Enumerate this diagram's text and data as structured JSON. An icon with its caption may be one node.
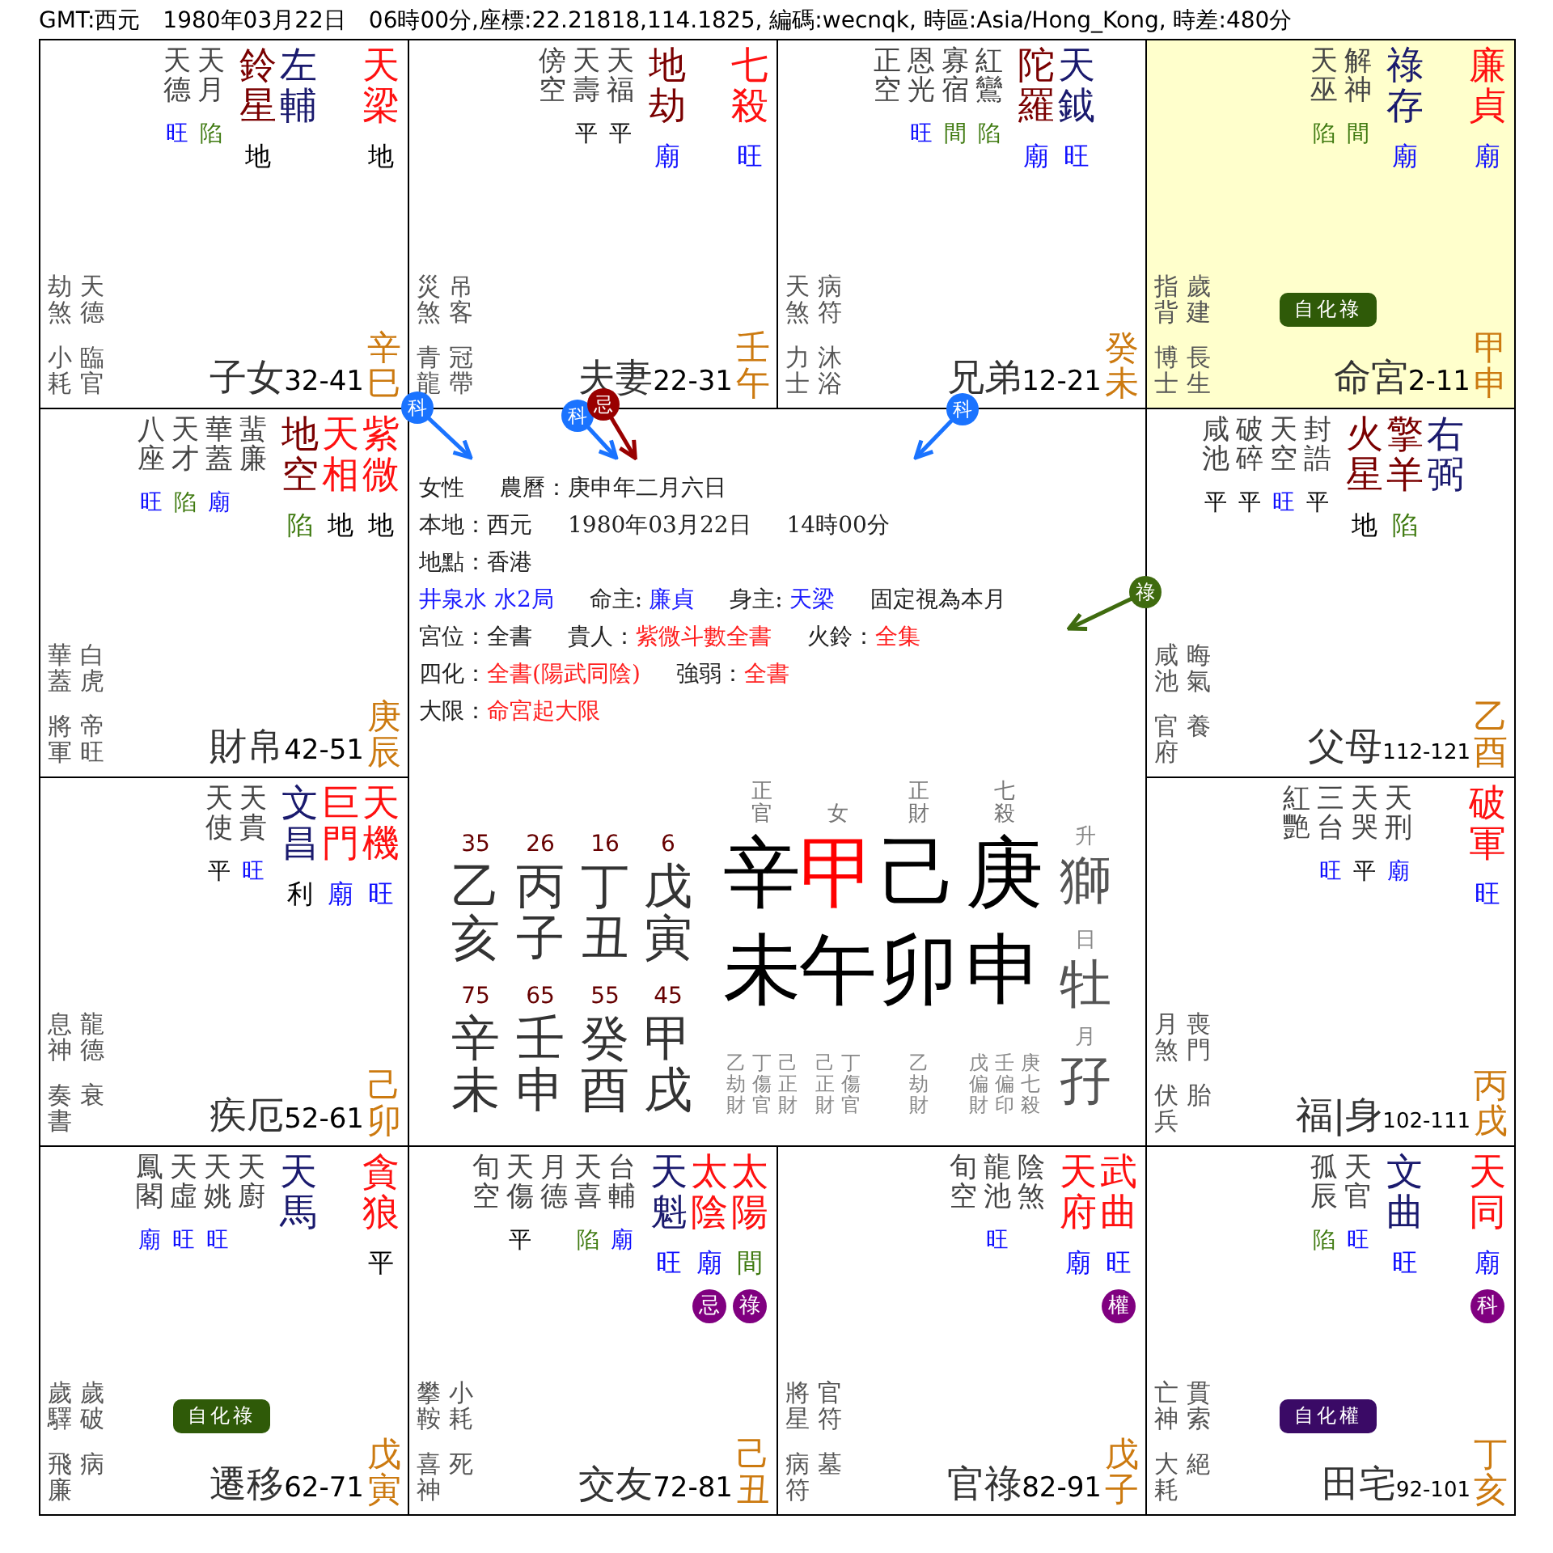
{
  "diagram": {
    "title": "GMT:西元　1980年03月22日　06時00分,座標:22.21818,114.1825, 編碼:wecnqk, 時區:Asia/Hong_Kong, 時差:480分",
    "nodes": [
      {
        "text": [
          "天德",
          "旺",
          "天月",
          "陷",
          "鈴星",
          "地",
          "左輔",
          "天梁",
          "地",
          "劫煞",
          "天德",
          "小耗",
          "臨官",
          "子女",
          "32-41",
          "辛巳"
        ]
      },
      {
        "text": [
          "傍空",
          "天壽",
          "平",
          "天福",
          "平",
          "地劫",
          "廟",
          "七殺",
          "旺",
          "災煞",
          "吊客",
          "青龍",
          "冠帶",
          "夫妻",
          "22-31",
          "壬午"
        ]
      },
      {
        "text": [
          "正空",
          "恩光",
          "旺",
          "寡宿",
          "間",
          "紅鸞",
          "陷",
          "陀羅",
          "廟",
          "天鉞",
          "旺",
          "天煞",
          "病符",
          "力士",
          "沐浴",
          "兄弟",
          "12-21",
          "癸未"
        ]
      },
      {
        "text": [
          "天巫",
          "陷",
          "解神",
          "間",
          "祿存",
          "廟",
          "廉貞",
          "廟",
          "指背",
          "歲建",
          "自化祿",
          "博士",
          "長生",
          "命宮",
          "2-11",
          "甲申"
        ]
      },
      {
        "text": [
          "八座",
          "旺",
          "天才",
          "陷",
          "華蓋",
          "廟",
          "蜚廉",
          "地空",
          "陷",
          "天相",
          "地",
          "紫微",
          "地",
          "華蓋",
          "白虎",
          "將軍",
          "帝旺",
          "財帛",
          "42-51",
          "庚辰"
        ]
      },
      {
        "text": [
          "女性",
          "農曆：庚申年二月六日",
          "本地：西元",
          "1980年03月22日",
          "14時00分",
          "地點：香港",
          "井泉水 水2局",
          "命主:",
          "廉貞",
          "身主:",
          "天梁",
          "固定視為本月",
          "宮位：全書",
          "貴人：",
          "紫微斗數全書",
          "火鈴：",
          "全集",
          "四化：",
          "全書(陽武同陰)",
          "強弱：",
          "全書",
          "大限：",
          "命宮起大限",
          "35",
          "26",
          "16",
          "6",
          "乙亥",
          "丙子",
          "丁丑",
          "戊寅",
          "75",
          "65",
          "55",
          "45",
          "辛未",
          "壬申",
          "癸酉",
          "甲戌",
          "正官",
          "女",
          "正財",
          "七殺",
          "辛",
          "甲",
          "己",
          "庚",
          "未",
          "午",
          "卯",
          "申",
          "乙劫財",
          "丁傷官",
          "己正財",
          "己正財",
          "丁傷官",
          "乙劫財",
          "戊偏財",
          "壬偏印",
          "庚七殺",
          "升",
          "獅",
          "日",
          "牡",
          "月",
          "孖"
        ]
      },
      {
        "text": [
          "咸池",
          "平",
          "破碎",
          "平",
          "天空",
          "旺",
          "封誥",
          "平",
          "火星",
          "地",
          "擎羊",
          "陷",
          "右弼",
          "咸池",
          "晦氣",
          "官府",
          "養",
          "父母",
          "112-121",
          "乙酉"
        ]
      },
      {
        "text": [
          "天使",
          "平",
          "天貴",
          "旺",
          "文昌",
          "利",
          "巨門",
          "廟",
          "天機",
          "旺",
          "息神",
          "龍德",
          "奏書",
          "衰",
          "疾厄",
          "52-61",
          "己卯"
        ]
      },
      {
        "text": [
          "紅艷",
          "三台",
          "旺",
          "天哭",
          "平",
          "天刑",
          "廟",
          "破軍",
          "旺",
          "月煞",
          "喪門",
          "伏兵",
          "胎",
          "福|身",
          "102-111",
          "丙戌"
        ]
      },
      {
        "text": [
          "鳳閣",
          "廟",
          "天虛",
          "旺",
          "天姚",
          "旺",
          "天廚",
          "天馬",
          "貪狼",
          "平",
          "歲驛",
          "歲破",
          "自化祿",
          "飛廉",
          "病",
          "遷移",
          "62-71",
          "戊寅"
        ]
      },
      {
        "text": [
          "旬空",
          "天傷",
          "平",
          "月德",
          "天喜",
          "陷",
          "台輔",
          "廟",
          "天魁",
          "旺",
          "太陰",
          "廟",
          "忌",
          "太陽",
          "間",
          "祿",
          "攀鞍",
          "小耗",
          "喜神",
          "死",
          "交友",
          "72-81",
          "己丑"
        ]
      },
      {
        "text": [
          "旬空",
          "龍池",
          "旺",
          "陰煞",
          "天府",
          "廟",
          "武曲",
          "旺",
          "權",
          "將星",
          "官符",
          "病符",
          "墓",
          "官祿",
          "82-91",
          "戊子"
        ]
      },
      {
        "text": [
          "孤辰",
          "陷",
          "天官",
          "旺",
          "文曲",
          "旺",
          "天同",
          "廟",
          "科",
          "亡神",
          "貫索",
          "自化權",
          "大耗",
          "絕",
          "田宅",
          "92-101",
          "丁亥"
        ]
      }
    ],
    "edges": [
      {
        "from": 0,
        "to": 5,
        "arrow": "to",
        "label": "科"
      },
      {
        "from": 1,
        "to": 5,
        "arrow": "to",
        "label": "科"
      },
      {
        "from": 1,
        "to": 5,
        "arrow": "to",
        "label": "忌",
        "color": "#990000"
      },
      {
        "from": 2,
        "to": 5,
        "arrow": "to",
        "label": "科"
      },
      {
        "from": 6,
        "to": 5,
        "arrow": "to",
        "label": "祿",
        "color": "#3f6b0f"
      }
    ]
  }
}
